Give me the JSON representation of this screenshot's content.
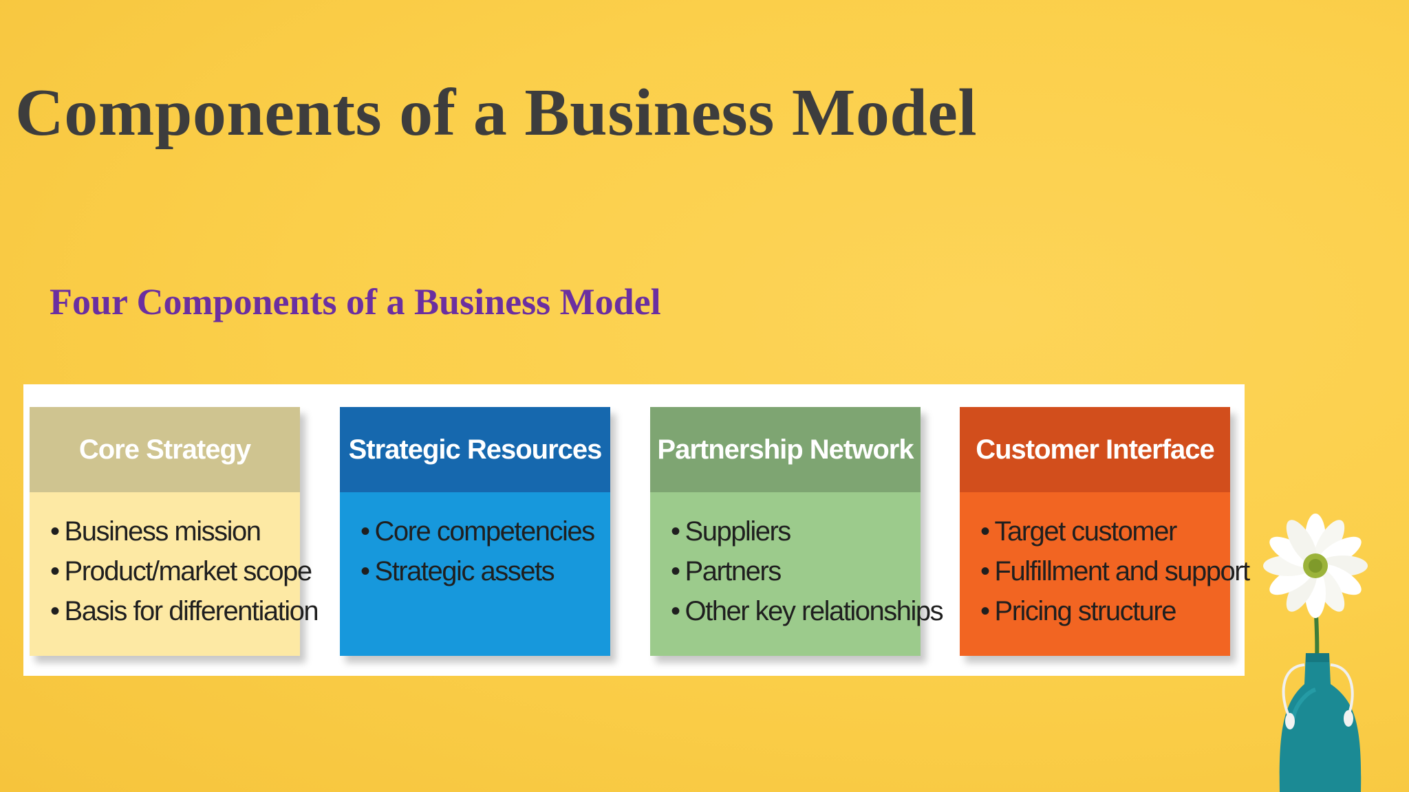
{
  "slide": {
    "title": "Components of a Business Model",
    "subtitle": "Four Components of a Business Model"
  },
  "components": [
    {
      "heading": "Core Strategy",
      "head_color": "#cfc490",
      "body_color": "#fde9a4",
      "items": [
        "Business mission",
        "Product/market scope",
        "Basis for differentiation"
      ]
    },
    {
      "heading": "Strategic Resources",
      "head_color": "#1668ae",
      "body_color": "#1798dc",
      "items": [
        "Core competencies",
        "Strategic assets"
      ]
    },
    {
      "heading": "Partnership Network",
      "head_color": "#7ea572",
      "body_color": "#9ccb8c",
      "items": [
        "Suppliers",
        "Partners",
        "Other key relationships"
      ]
    },
    {
      "heading": "Customer Interface",
      "head_color": "#d24e1c",
      "body_color": "#f26522",
      "items": [
        "Target customer",
        "Fulfillment and support",
        "Pricing structure"
      ]
    }
  ],
  "decoration": {
    "flower_vase": "flower-vase-illustration"
  }
}
